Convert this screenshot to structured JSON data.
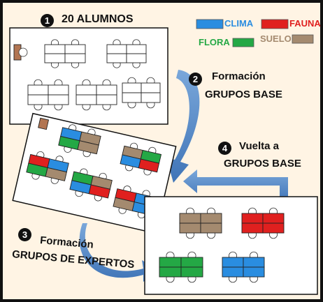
{
  "steps": [
    {
      "number": "1",
      "title": "20 ALUMNOS"
    },
    {
      "number": "2",
      "line1": "Formación",
      "line2": "GRUPOS BASE"
    },
    {
      "number": "3",
      "line1": "Formación",
      "line2": "GRUPOS DE EXPERTOS"
    },
    {
      "number": "4",
      "line1": "Vuelta a",
      "line2": "GRUPOS BASE"
    }
  ],
  "legend": [
    {
      "label": "CLIMA",
      "color": "#2a8de0"
    },
    {
      "label": "FAUNA",
      "color": "#e0201f"
    },
    {
      "label": "FLORA",
      "color": "#24a845"
    },
    {
      "label": "SUELO",
      "color": "#a48a6f"
    }
  ],
  "colors": {
    "background": "#fff4e4",
    "arrow": "#5b8ec9",
    "teacher_desk": "#b27552"
  }
}
